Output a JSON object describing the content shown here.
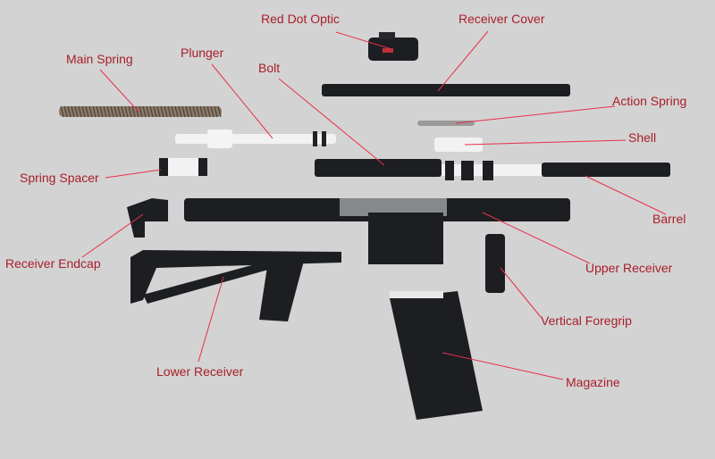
{
  "title": "Exploded parts diagram",
  "colors": {
    "label": "#a81e2a",
    "leader": "#e8304a",
    "background": "#d3d3d3",
    "part": "#1c1e22"
  },
  "labels": {
    "red_dot_optic": "Red Dot Optic",
    "receiver_cover": "Receiver Cover",
    "main_spring": "Main Spring",
    "plunger": "Plunger",
    "bolt": "Bolt",
    "action_spring": "Action Spring",
    "shell": "Shell",
    "spring_spacer": "Spring Spacer",
    "barrel": "Barrel",
    "receiver_endcap": "Receiver Endcap",
    "upper_receiver": "Upper Receiver",
    "vertical_foregrip": "Vertical Foregrip",
    "lower_receiver": "Lower Receiver",
    "magazine": "Magazine"
  }
}
